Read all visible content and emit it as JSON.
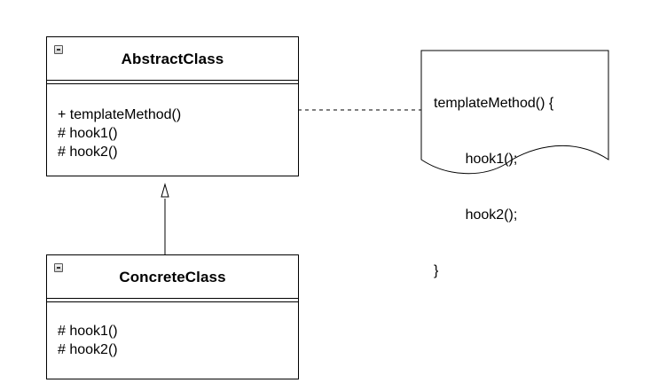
{
  "diagram": {
    "abstract_class": {
      "name": "AbstractClass",
      "operations": [
        "+ templateMethod()",
        "# hook1()",
        "# hook2()"
      ]
    },
    "concrete_class": {
      "name": "ConcreteClass",
      "operations": [
        "# hook1()",
        "# hook2()"
      ]
    },
    "note": {
      "lines": [
        "templateMethod() {",
        "        hook1();",
        "        hook2();",
        "}"
      ]
    }
  }
}
